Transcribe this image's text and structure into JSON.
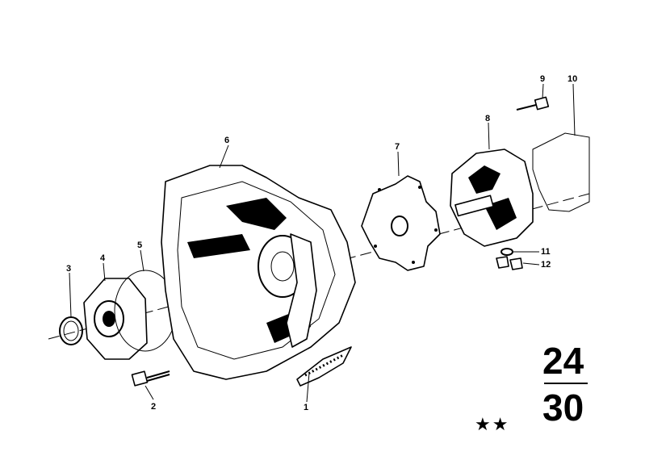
{
  "callouts": [
    "1",
    "2",
    "3",
    "4",
    "5",
    "6",
    "7",
    "8",
    "9",
    "10",
    "11",
    "12"
  ],
  "group_code": {
    "top": "24",
    "bottom": "30"
  },
  "stars": "★★"
}
